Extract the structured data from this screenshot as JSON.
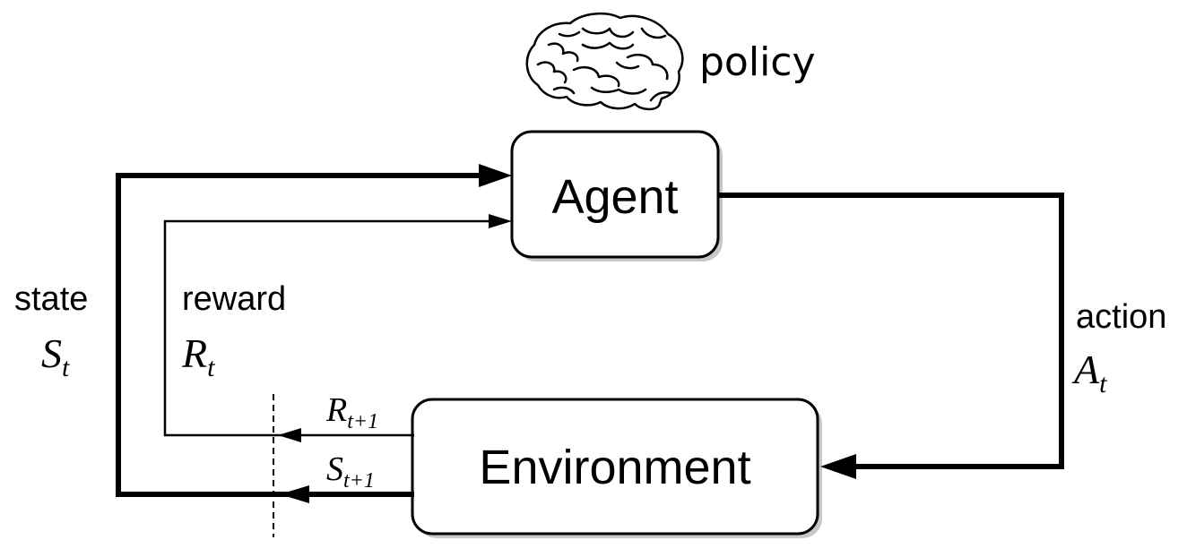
{
  "policy": {
    "label": "policy",
    "icon": "brain-icon"
  },
  "agent": {
    "label": "Agent"
  },
  "environment": {
    "label": "Environment"
  },
  "state": {
    "label": "state",
    "symbol": "S",
    "subscript": "t"
  },
  "reward": {
    "label": "reward",
    "symbol": "R",
    "subscript": "t"
  },
  "action": {
    "label": "action",
    "symbol": "A",
    "subscript": "t"
  },
  "next_reward": {
    "symbol": "R",
    "subscript": "t+1"
  },
  "next_state": {
    "symbol": "S",
    "subscript": "t+1"
  },
  "colors": {
    "line": "#000000",
    "box_fill": "#ffffff",
    "shadow": "#c8c8c8",
    "background": "#ffffff"
  }
}
